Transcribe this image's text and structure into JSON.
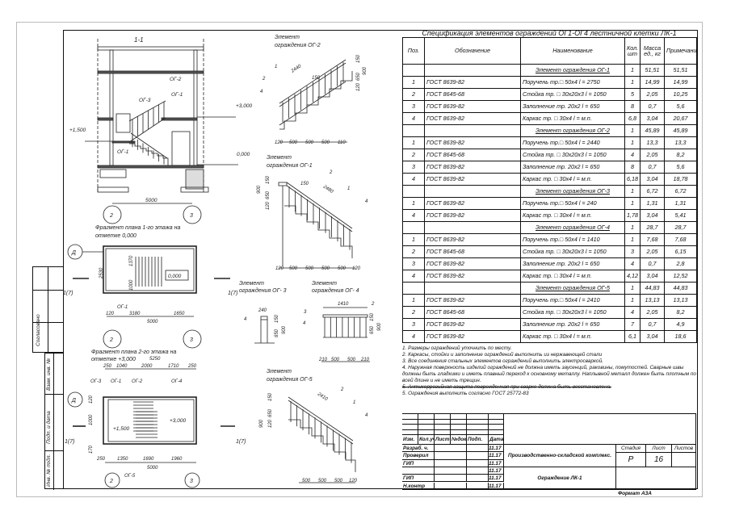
{
  "spec": {
    "title": "Спецификация элементов ограждений ОГ1-ОГ4 лестничной клетки ЛК-1",
    "headers": [
      "Поз.",
      "Обозначение",
      "Наименование",
      "Кол. шт",
      "Масса ед., кг",
      "Примечание"
    ],
    "rows": [
      [
        "",
        "",
        "Элемент ограждения ОГ-1",
        "1",
        "51,51",
        "51,51"
      ],
      [
        "1",
        "ГОСТ 8639-82",
        "Поручень тр.□ 50х4 l = 2750",
        "1",
        "14,99",
        "14,99"
      ],
      [
        "2",
        "ГОСТ 8645-68",
        "Стойка тр. □ 30х20х3 l = 1050",
        "5",
        "2,05",
        "10,25"
      ],
      [
        "3",
        "ГОСТ 8639-82",
        "Заполнение тр. 20х2 l = 650",
        "8",
        "0,7",
        "5,6"
      ],
      [
        "4",
        "ГОСТ 8639-82",
        "Каркас тр. □ 30х4 l = м.п.",
        "6,8",
        "3,04",
        "20,67"
      ],
      [
        "",
        "",
        "Элемент ограждения ОГ-2",
        "1",
        "45,89",
        "45,89"
      ],
      [
        "1",
        "ГОСТ 8639-82",
        "Поручень тр.□ 50х4 l = 2440",
        "1",
        "13,3",
        "13,3"
      ],
      [
        "2",
        "ГОСТ 8645-68",
        "Стойка тр. □ 30х20х3 l = 1050",
        "4",
        "2,05",
        "8,2"
      ],
      [
        "3",
        "ГОСТ 8639-82",
        "Заполнение тр. 20х2 l = 650",
        "8",
        "0,7",
        "5,6"
      ],
      [
        "4",
        "ГОСТ 8639-82",
        "Каркас тр. □ 30х4 l = м.п.",
        "6,18",
        "3,04",
        "18,78"
      ],
      [
        "",
        "",
        "Элемент ограждения ОГ-3",
        "1",
        "6,72",
        "6,72"
      ],
      [
        "1",
        "ГОСТ 8639-82",
        "Поручень тр.□ 50х4 l = 240",
        "1",
        "1,31",
        "1,31"
      ],
      [
        "4",
        "ГОСТ 8639-82",
        "Каркас тр. □ 30х4 l = м.п.",
        "1,78",
        "3,04",
        "5,41"
      ],
      [
        "",
        "",
        "Элемент ограждения ОГ-4",
        "1",
        "28,7",
        "28,7"
      ],
      [
        "1",
        "ГОСТ 8639-82",
        "Поручень тр.□ 50х4 l = 1410",
        "1",
        "7,68",
        "7,68"
      ],
      [
        "2",
        "ГОСТ 8645-68",
        "Стойка тр. □ 30х20х3 l = 1050",
        "3",
        "2,05",
        "6,15"
      ],
      [
        "3",
        "ГОСТ 8639-82",
        "Заполнение тр. 20х2 l = 650",
        "4",
        "0,7",
        "2,8"
      ],
      [
        "4",
        "ГОСТ 8639-82",
        "Каркас тр. □ 30х4 l = м.п.",
        "4,12",
        "3,04",
        "12,52"
      ],
      [
        "",
        "",
        "Элемент ограждения ОГ-5",
        "1",
        "44,83",
        "44,83"
      ],
      [
        "1",
        "ГОСТ 8639-82",
        "Поручень тр.□ 50х4 l = 2410",
        "1",
        "13,13",
        "13,13"
      ],
      [
        "2",
        "ГОСТ 8645-68",
        "Стойка тр. □ 30х20х3 l = 1050",
        "4",
        "2,05",
        "8,2"
      ],
      [
        "3",
        "ГОСТ 8639-82",
        "Заполнение тр. 20х2 l = 650",
        "7",
        "0,7",
        "4,9"
      ],
      [
        "4",
        "ГОСТ 8639-82",
        "Каркас тр. □ 30х4 l = м.п.",
        "6,1",
        "3,04",
        "18,6"
      ]
    ]
  },
  "notes": [
    "1. Размеры ограждений уточнить по месту.",
    "2. Каркасы, стойки и заполнение ограждений выполнить из нержавеющей стали",
    "3. Все соединения стальных элементов ограждений выполнить электросваркой.",
    "4. Наружная поверхность изделий ограждений не должна иметь заусенций, раковины, помутостей. Сварные швы должны быть гладкими и иметь плавный переход к основному металлу. Наплывной металл должен быть плотным по всей длине и не иметь трещин.",
    "5. Антикоррозийная защита поврежденная при сварке должна быть восстановлена.",
    "5. Ограждения выполнить согласно ГОСТ 25772-83"
  ],
  "title_block": {
    "headers": [
      "Изм.",
      "Кол.уч",
      "Лист",
      "№док.",
      "Подп.",
      "Дата"
    ],
    "roles": [
      "Разраб. ч.",
      "Проверил",
      "ГИП",
      "",
      "ГИП",
      "Н.контр"
    ],
    "dates": [
      "11.17",
      "11.17",
      "11.17",
      "11.17",
      "11.17",
      "11.17"
    ],
    "project": "Производственно-складской комплекс.",
    "stage_label": "Стадия",
    "sheet_label": "Лист",
    "sheets_label": "Листов",
    "stage": "Р",
    "sheet": "16",
    "sheets": "",
    "drawing_title": "Ограждение ЛК-1",
    "format": "Формат А3А"
  },
  "stamp": {
    "agreed": "Согласовано",
    "replace_inv": "Взам. инв. №",
    "sign_date": "Подп. и дата",
    "inv_orig": "Инв. № подл."
  },
  "drawing": {
    "section_title": "1-1",
    "og1": "ОГ-1",
    "og2": "ОГ-2",
    "og3": "ОГ-3",
    "og4": "ОГ-4",
    "og5": "ОГ-5",
    "level_3000": "+3,000",
    "level_1500": "+1,500",
    "level_0": "0,000",
    "dim_5000": "5000",
    "axis_2": "2",
    "axis_3": "3",
    "axis_d": "Д",
    "section_mark": "1(7)",
    "el_word": "Элемент",
    "el_og2": "ограждения ОГ-2",
    "el_og1": "ограждения ОГ-1",
    "el_og3": "ограждения ОГ- 3",
    "el_og4": "ограждения ОГ- 4",
    "el_og5": "ограждения ОГ-5",
    "plan1_l1": "Фрагмент плана 1-го этажа на",
    "plan1_l2": "отметке 0,000",
    "plan2_l1": "Фрагмент плана 2-го этажа на",
    "plan2_l2": "отметке +3,000",
    "d2440": "2440",
    "d2480": "2480",
    "d2410": "2410",
    "d1410": "1410",
    "d240": "240",
    "d150": "150",
    "d650": "650",
    "d900": "900",
    "d120": "120",
    "d500": "500",
    "d110": "110",
    "d2530": "2530",
    "d1370": "1370",
    "d1000": "1000",
    "d3180": "3180",
    "d1650": "1650",
    "d5250": "5250",
    "d250": "250",
    "d1040": "1040",
    "d2000": "2000",
    "d1710": "1710",
    "d1350": "1350",
    "d1690": "1690",
    "d1960": "1960",
    "d170": "170",
    "d210": "210",
    "p1": "1",
    "p2": "2",
    "p3": "3",
    "p4": "4"
  }
}
